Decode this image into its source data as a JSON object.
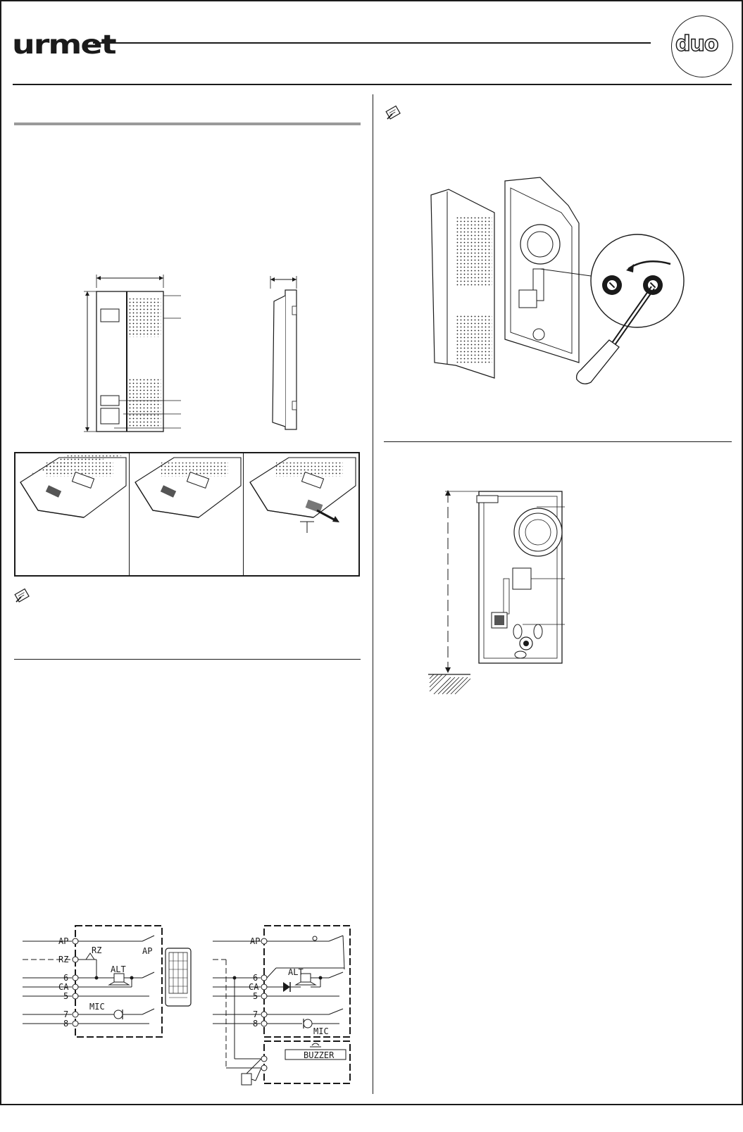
{
  "header": {
    "brand": "urmet",
    "badge": "duo"
  },
  "schematic_left": {
    "terminals": [
      "AP",
      "RZ",
      "6",
      "CA",
      "5",
      "7",
      "8"
    ],
    "components": [
      "RZ",
      "AP",
      "ALT",
      "MIC"
    ]
  },
  "schematic_right": {
    "terminals": [
      "AP",
      "6",
      "CA",
      "5",
      "7",
      "8"
    ],
    "components": [
      "ALT",
      "MIC",
      "BUZZER"
    ]
  }
}
